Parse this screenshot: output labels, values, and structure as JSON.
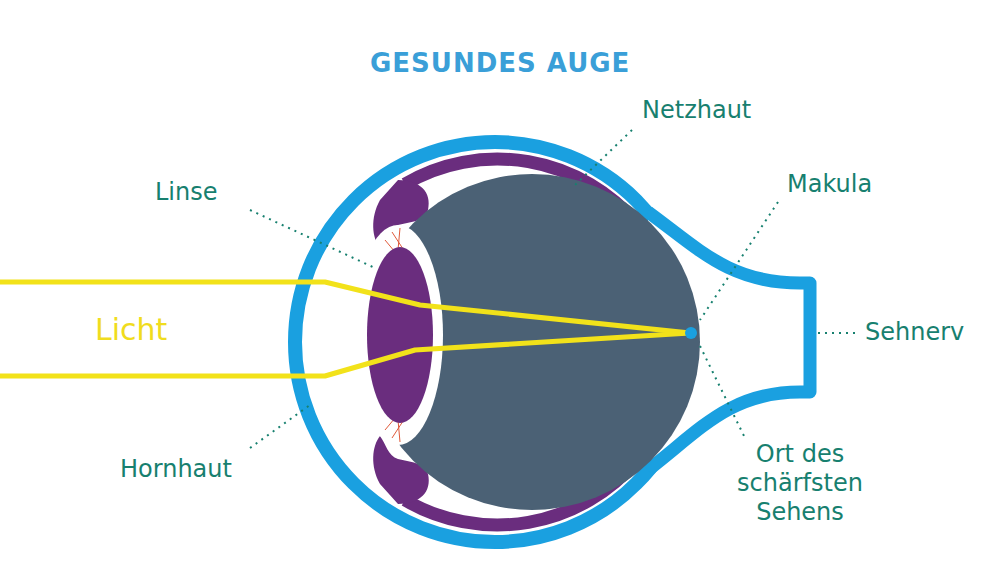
{
  "diagram": {
    "title": "GESUNDES AUGE",
    "labels": [
      "Netzhaut",
      "Linse",
      "Makula",
      "Licht",
      "Sehnerv",
      "Hornhaut",
      "Ort des schärfsten Sehens"
    ]
  }
}
